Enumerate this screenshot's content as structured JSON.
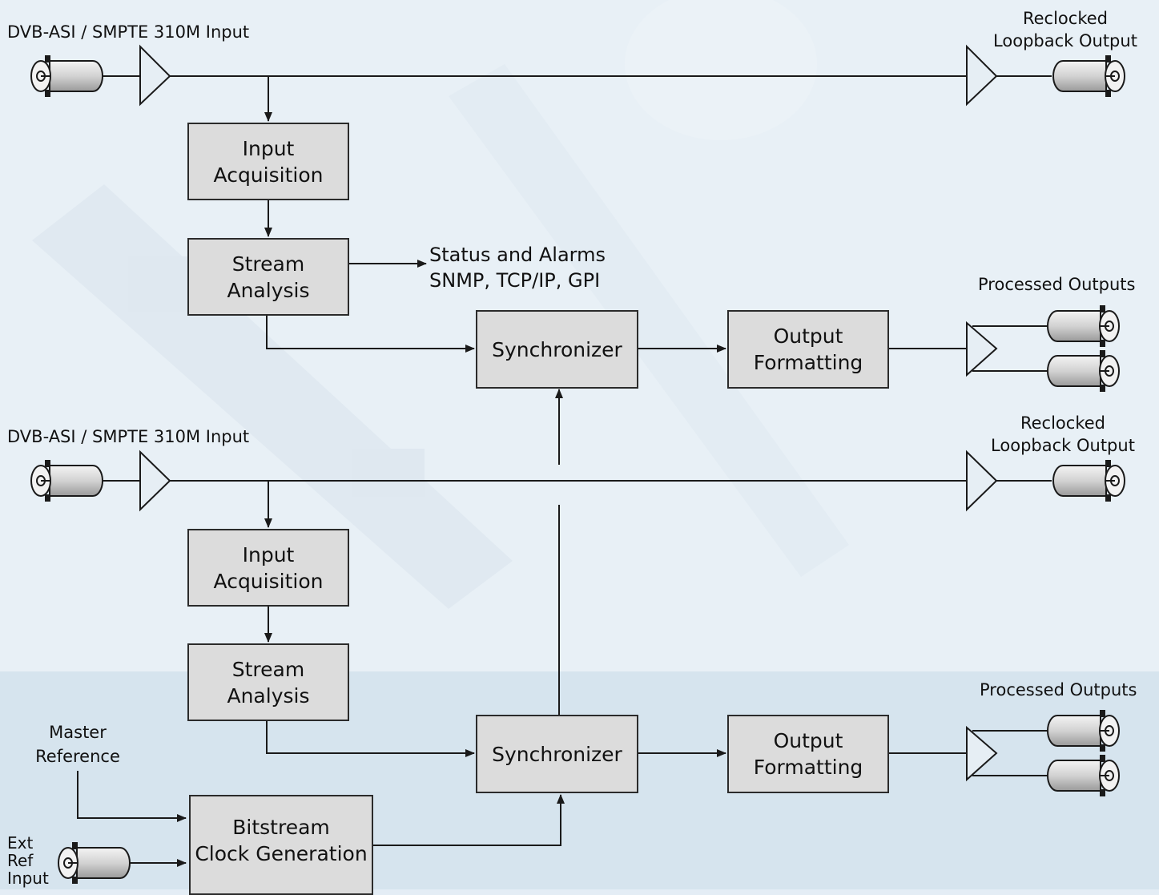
{
  "colors": {
    "background_top": "#e8f0f6",
    "background_bottom": "#d6e4ee",
    "block_fill": "#dcdcdc",
    "line": "#1a1a1a"
  },
  "channel1": {
    "input_label": "DVB-ASI / SMPTE 310M Input",
    "loopback_label": [
      "Reclocked",
      "Loopback Output"
    ],
    "acquisition": [
      "Input",
      "Acquisition"
    ],
    "analysis": [
      "Stream",
      "Analysis"
    ],
    "status_label": [
      "Status and Alarms",
      "SNMP, TCP/IP, GPI"
    ],
    "synchronizer": "Synchronizer",
    "output_formatting": [
      "Output",
      "Formatting"
    ],
    "processed_label": "Processed Outputs"
  },
  "channel2": {
    "input_label": "DVB-ASI / SMPTE 310M Input",
    "loopback_label": [
      "Reclocked",
      "Loopback Output"
    ],
    "acquisition": [
      "Input",
      "Acquisition"
    ],
    "analysis": [
      "Stream",
      "Analysis"
    ],
    "synchronizer": "Synchronizer",
    "output_formatting": [
      "Output",
      "Formatting"
    ],
    "processed_label": "Processed Outputs"
  },
  "reference": {
    "master_label": [
      "Master",
      "Reference"
    ],
    "ext_ref_label": [
      "Ext",
      "Ref",
      "Input"
    ],
    "clock_generation": [
      "Bitstream",
      "Clock Generation"
    ]
  },
  "icons": {
    "connector": "bnc-connector-icon",
    "amplifier": "amplifier-triangle-icon",
    "arrow": "arrowhead-icon"
  }
}
